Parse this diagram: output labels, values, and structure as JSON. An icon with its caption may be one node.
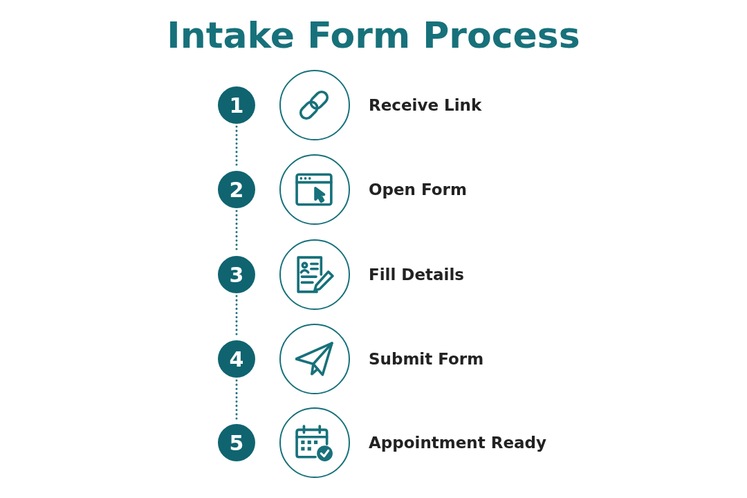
{
  "diagram": {
    "title": "Intake Form Process",
    "nodes": [
      {
        "text": [
          "1"
        ]
      },
      {
        "text": [],
        "shape": "circle",
        "beside": [
          "Receive Link"
        ]
      },
      {
        "text": [
          "2"
        ]
      },
      {
        "text": [],
        "shape": "circle",
        "beside": [
          "Open Form"
        ]
      },
      {
        "text": [
          "3"
        ]
      },
      {
        "text": [],
        "shape": "circle",
        "beside": [
          "Fill Details"
        ]
      },
      {
        "text": [
          "4"
        ]
      },
      {
        "text": [],
        "shape": "circle",
        "beside": [
          "Submit Form"
        ]
      },
      {
        "text": [
          "5"
        ]
      },
      {
        "text": [],
        "shape": "circle",
        "beside": [
          "Appointment Ready"
        ]
      }
    ],
    "edges": [
      {
        "from": 0,
        "to": 2,
        "arrow": "none",
        "style": "dashed"
      },
      {
        "from": 2,
        "to": 4,
        "arrow": "none",
        "style": "dashed"
      },
      {
        "from": 4,
        "to": 6,
        "arrow": "none",
        "style": "dashed"
      },
      {
        "from": 6,
        "to": 8,
        "arrow": "none",
        "style": "dashed"
      }
    ]
  }
}
